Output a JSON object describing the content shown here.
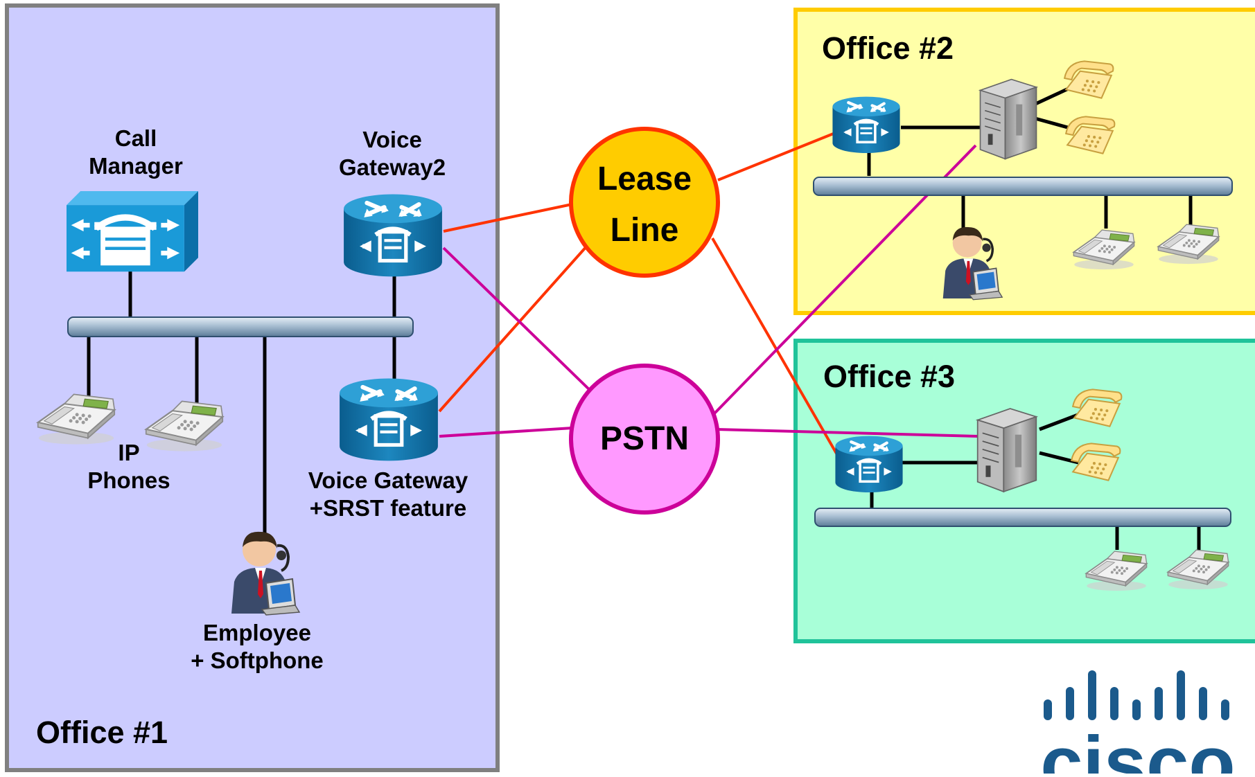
{
  "offices": {
    "office1": {
      "title": "Office #1",
      "fill": "#ccccff",
      "border": "#808080"
    },
    "office2": {
      "title": "Office #2",
      "fill": "#ffffa8",
      "border": "#ffcc00"
    },
    "office3": {
      "title": "Office #3",
      "fill": "#a8ffd8",
      "border": "#20c39a"
    }
  },
  "labels": {
    "call_manager": [
      "Call",
      "Manager"
    ],
    "voice_gateway2": [
      "Voice",
      "Gateway2"
    ],
    "ip_phones": [
      "IP",
      "Phones"
    ],
    "voice_gateway_srst": [
      "Voice Gateway",
      "+SRST feature"
    ],
    "employee": [
      "Employee",
      "+ Softphone"
    ]
  },
  "clouds": {
    "lease_line": {
      "lines": [
        "Lease",
        "Line"
      ],
      "fill": "#ffcc00",
      "border": "#ff3300"
    },
    "pstn": {
      "lines": [
        "PSTN"
      ],
      "fill": "#ff99ff",
      "border": "#cc0099"
    }
  },
  "links": {
    "lease_color": "#ff3300",
    "pstn_color": "#cc0099"
  },
  "logo": {
    "text": "cisco",
    "color": "#1b5a8c"
  },
  "icons": {
    "call_manager": "call-manager-icon",
    "voice_router": "voice-router-icon",
    "ip_phone": "ip-phone-icon",
    "analog_phone": "analog-phone-icon",
    "pbx": "pbx-server-icon",
    "agent": "softphone-agent-icon"
  }
}
